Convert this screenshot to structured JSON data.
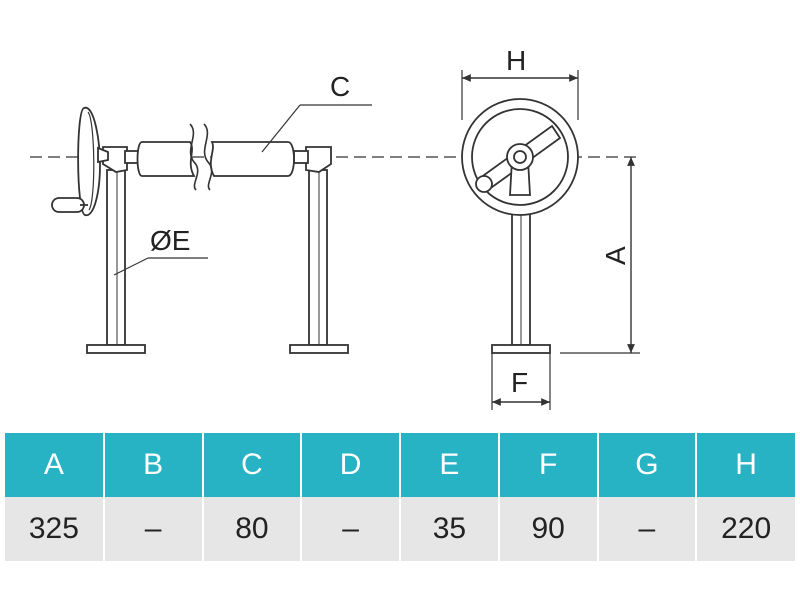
{
  "drawing": {
    "labels": {
      "c": "C",
      "e": "ØE",
      "h": "H",
      "a": "A",
      "f": "F"
    }
  },
  "table": {
    "headers": [
      "A",
      "B",
      "C",
      "D",
      "E",
      "F",
      "G",
      "H"
    ],
    "values": [
      "325",
      "–",
      "80",
      "–",
      "35",
      "90",
      "–",
      "220"
    ]
  },
  "colors": {
    "header_bg": "#27b3c4",
    "header_text": "#ffffff",
    "row_bg": "#e6e6e6",
    "line": "#333333"
  }
}
